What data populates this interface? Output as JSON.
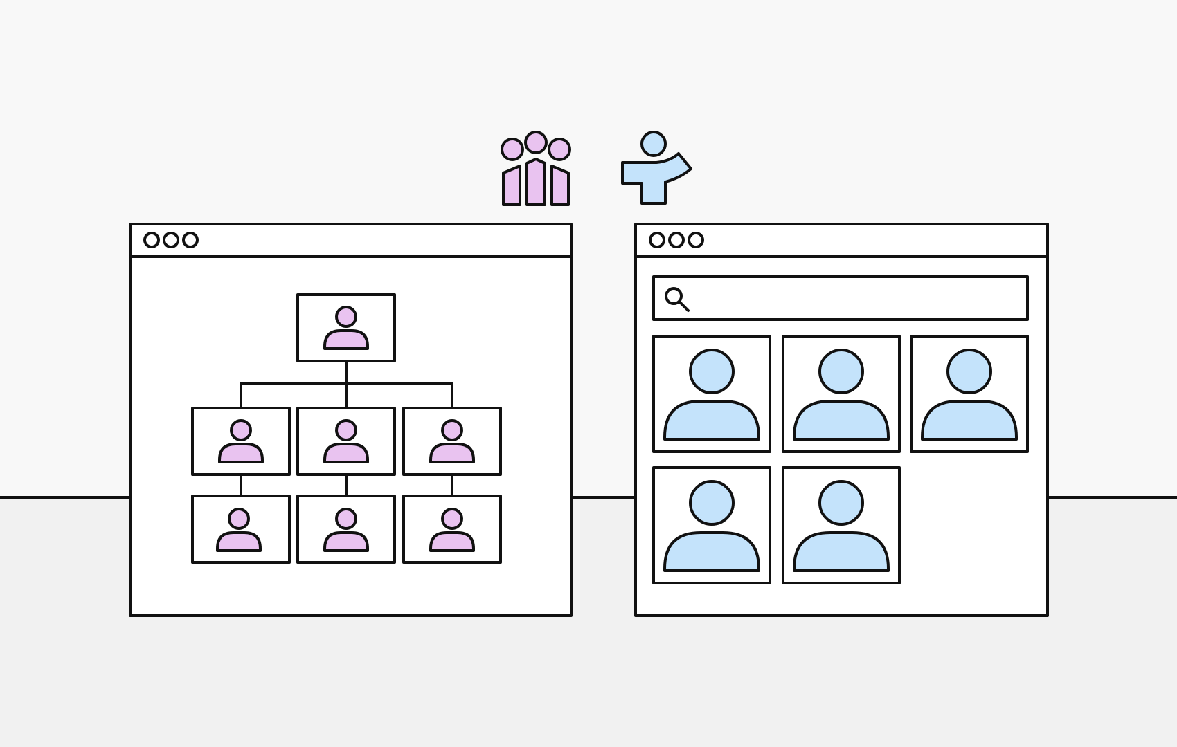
{
  "colors": {
    "background_top": "#f8f8f8",
    "background_bottom": "#f1f1f1",
    "ink": "#111111",
    "window_fill": "#ffffff",
    "org_accent": "#e9c3f0",
    "directory_accent": "#c4e3fb"
  },
  "icons": {
    "team": "team-group-icon",
    "presenter": "presenter-pointing-icon",
    "search": "search-icon",
    "person": "person-icon"
  },
  "org_window": {
    "traffic_lights": 3,
    "chart": {
      "levels": [
        1,
        3,
        3
      ]
    }
  },
  "directory_window": {
    "search": {
      "placeholder": ""
    },
    "profile_cards": 5
  }
}
